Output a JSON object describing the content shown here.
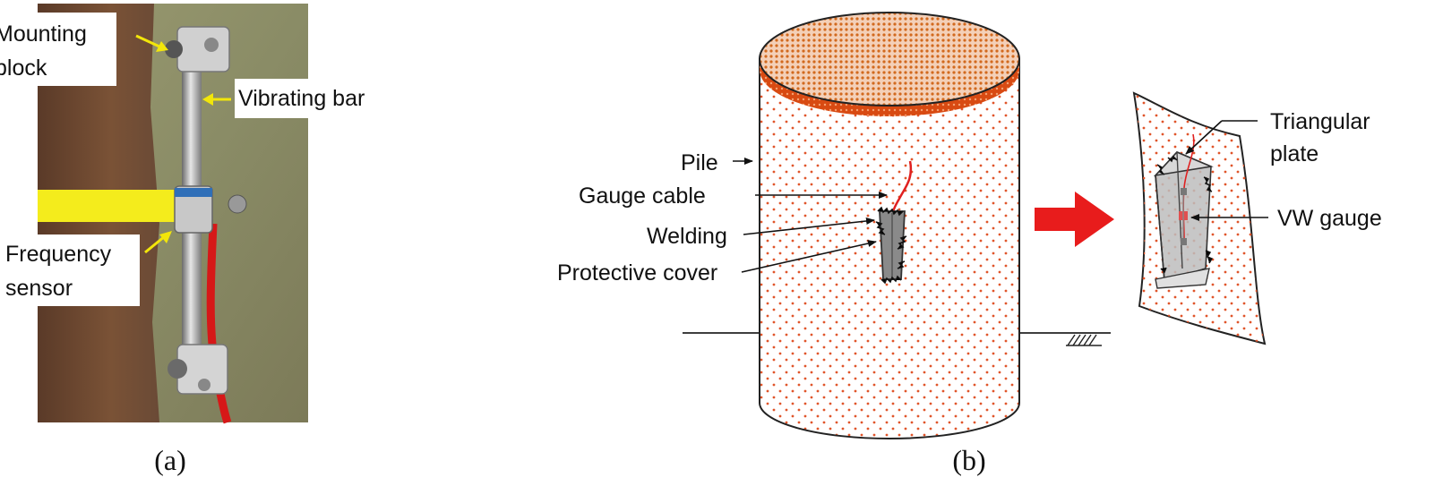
{
  "panel_a": {
    "caption": "(a)",
    "labels": {
      "mounting_line1": "Mounting",
      "mounting_line2": "block",
      "vibrating_bar": "Vibrating bar",
      "frequency_line1": "Frequency",
      "frequency_line2": "sensor"
    }
  },
  "panel_b": {
    "caption": "(b)",
    "labels": {
      "pile": "Pile",
      "gauge_cable": "Gauge cable",
      "welding": "Welding",
      "protective_cover": "Protective cover",
      "triangular_line1": "Triangular",
      "triangular_line2": "plate",
      "vw_gauge": "VW gauge"
    }
  },
  "colors": {
    "pile_dots": "#e0552a",
    "cable": "#e02020",
    "arrow": "#e81c1c",
    "annotation_arrow": "#f2e60a",
    "tape": "#f4ec1c",
    "cover": "#8a8a8a"
  }
}
